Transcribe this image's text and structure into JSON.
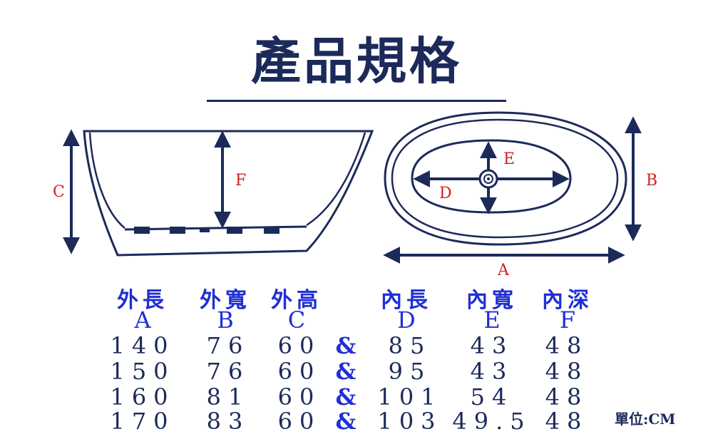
{
  "title": "產品規格",
  "diagram": {
    "labels": {
      "A": "A",
      "B": "B",
      "C": "C",
      "D": "D",
      "E": "E",
      "F": "F"
    }
  },
  "table": {
    "headers": [
      {
        "name": "外長",
        "letter": "A"
      },
      {
        "name": "外寬",
        "letter": "B"
      },
      {
        "name": "外高",
        "letter": "C"
      },
      {
        "name": "內長",
        "letter": "D"
      },
      {
        "name": "內寬",
        "letter": "E"
      },
      {
        "name": "內深",
        "letter": "F"
      }
    ],
    "separator": "&",
    "rows": [
      [
        "140",
        "76",
        "60",
        "85",
        "43",
        "48"
      ],
      [
        "150",
        "76",
        "60",
        "95",
        "43",
        "48"
      ],
      [
        "160",
        "81",
        "60",
        "101",
        "54",
        "48"
      ],
      [
        "170",
        "83",
        "60",
        "103",
        "49.5",
        "48"
      ]
    ]
  },
  "unit": "單位:CM",
  "colors": {
    "navy": "#1c2a5a",
    "blue": "#1f2fd6",
    "red": "#d32020"
  }
}
